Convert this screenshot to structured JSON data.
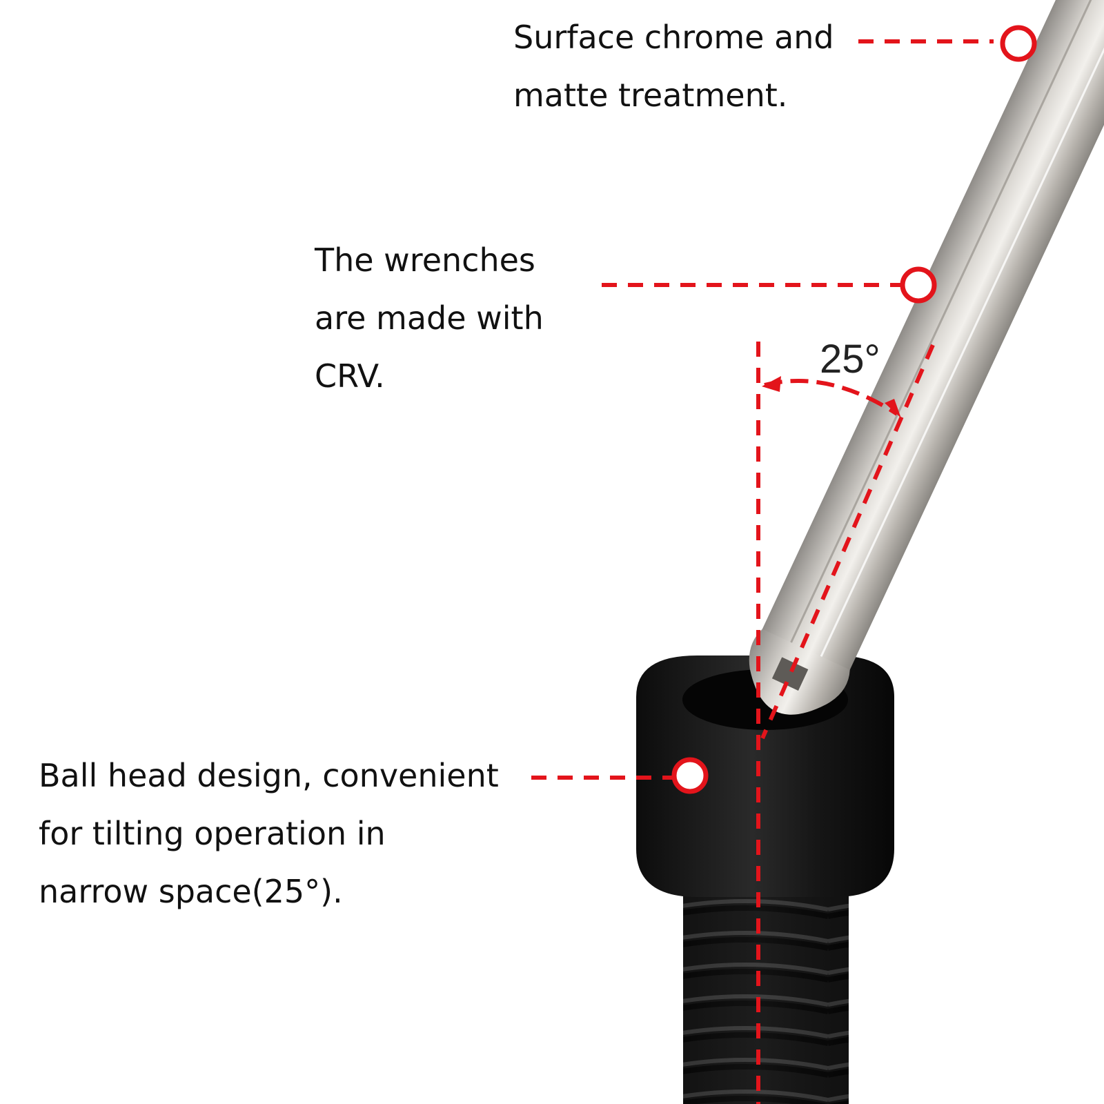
{
  "callouts": {
    "chrome": {
      "lines": [
        "Surface chrome and",
        "matte treatment."
      ]
    },
    "crv": {
      "lines": [
        "The wrenches",
        "are made with",
        "CRV."
      ]
    },
    "ball_head": {
      "lines": [
        "Ball head design, convenient",
        "for tilting operation in",
        "narrow space(25°)."
      ]
    }
  },
  "angle": {
    "label": "25°"
  },
  "colors": {
    "marker_red": "#e3141b",
    "wrench_steel": "#c9c6c1",
    "bolt_black": "#141414",
    "background": "#ffffff"
  }
}
